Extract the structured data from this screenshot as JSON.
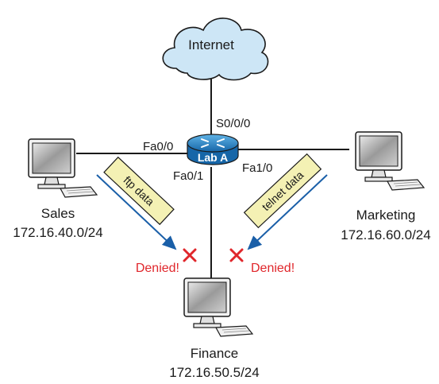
{
  "cloud": {
    "label": "Internet"
  },
  "router": {
    "label": "Lab A"
  },
  "interfaces": {
    "s000": "S0/0/0",
    "fa00": "Fa0/0",
    "fa01": "Fa0/1",
    "fa10": "Fa1/0"
  },
  "hosts": {
    "sales": {
      "name": "Sales",
      "subnet": "172.16.40.0/24"
    },
    "marketing": {
      "name": "Marketing",
      "subnet": "172.16.60.0/24"
    },
    "finance": {
      "name": "Finance",
      "subnet": "172.16.50.5/24"
    }
  },
  "traffic": {
    "ftp": {
      "label": "ftp data",
      "status": "Denied!"
    },
    "telnet": {
      "label": "telnet data",
      "status": "Denied!"
    }
  },
  "colors": {
    "link": "#1a1a1a",
    "router": "#1e88c8",
    "cloud": "#cde6f6",
    "tag_fill": "#f4f1b4",
    "arrow": "#1a5fa8",
    "denied": "#e0262b"
  }
}
